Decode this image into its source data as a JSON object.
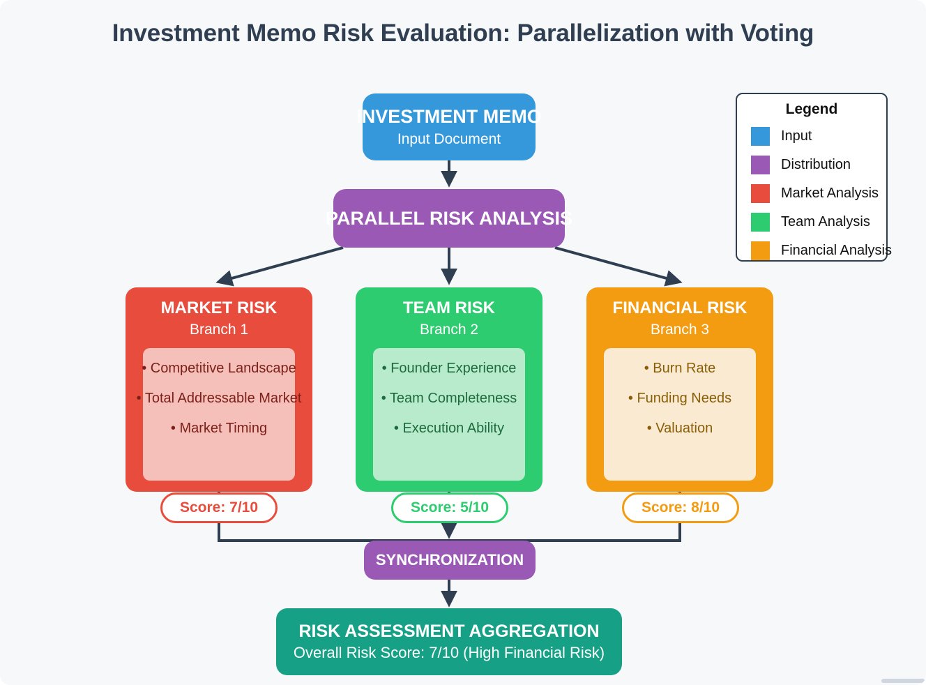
{
  "page": {
    "title": "Investment Memo Risk Evaluation: Parallelization with Voting",
    "background_color": "#f6f8fa",
    "title_color": "#2f3e51",
    "edge_color": "#2f3e51"
  },
  "nodes": {
    "input": {
      "title": "INVESTMENT MEMO",
      "subtitle": "Input Document",
      "color": "#3498db"
    },
    "distribution": {
      "title": "PARALLEL RISK ANALYSIS",
      "color": "#9b59b6"
    },
    "synchronization": {
      "title": "SYNCHRONIZATION",
      "color": "#9b59b6"
    },
    "aggregation": {
      "title": "RISK ASSESSMENT AGGREGATION",
      "subtitle": "Overall Risk Score: 7/10 (High Financial Risk)",
      "color": "#16a085"
    }
  },
  "branches": [
    {
      "title": "MARKET RISK",
      "subtitle": "Branch 1",
      "color": "#e74c3c",
      "panel_color": "#f5bfba",
      "text_color": "#7d2019",
      "items": [
        "• Competitive Landscape",
        "• Total Addressable Market",
        "• Market Timing"
      ],
      "score": "Score: 7/10"
    },
    {
      "title": "TEAM RISK",
      "subtitle": "Branch 2",
      "color": "#2ecc71",
      "panel_color": "#b7ebcb",
      "text_color": "#1d6b3c",
      "items": [
        "• Founder Experience",
        "• Team Completeness",
        "• Execution Ability"
      ],
      "score": "Score: 5/10"
    },
    {
      "title": "FINANCIAL RISK",
      "subtitle": "Branch 3",
      "color": "#f39c12",
      "panel_color": "#faead1",
      "text_color": "#8a5e07",
      "items": [
        "• Burn Rate",
        "• Funding Needs",
        "• Valuation"
      ],
      "score": "Score: 8/10"
    }
  ],
  "legend": {
    "title": "Legend",
    "items": [
      {
        "label": "Input",
        "color": "#3498db"
      },
      {
        "label": "Distribution",
        "color": "#9b59b6"
      },
      {
        "label": "Market Analysis",
        "color": "#e74c3c"
      },
      {
        "label": "Team Analysis",
        "color": "#2ecc71"
      },
      {
        "label": "Financial Analysis",
        "color": "#f39c12"
      }
    ]
  }
}
